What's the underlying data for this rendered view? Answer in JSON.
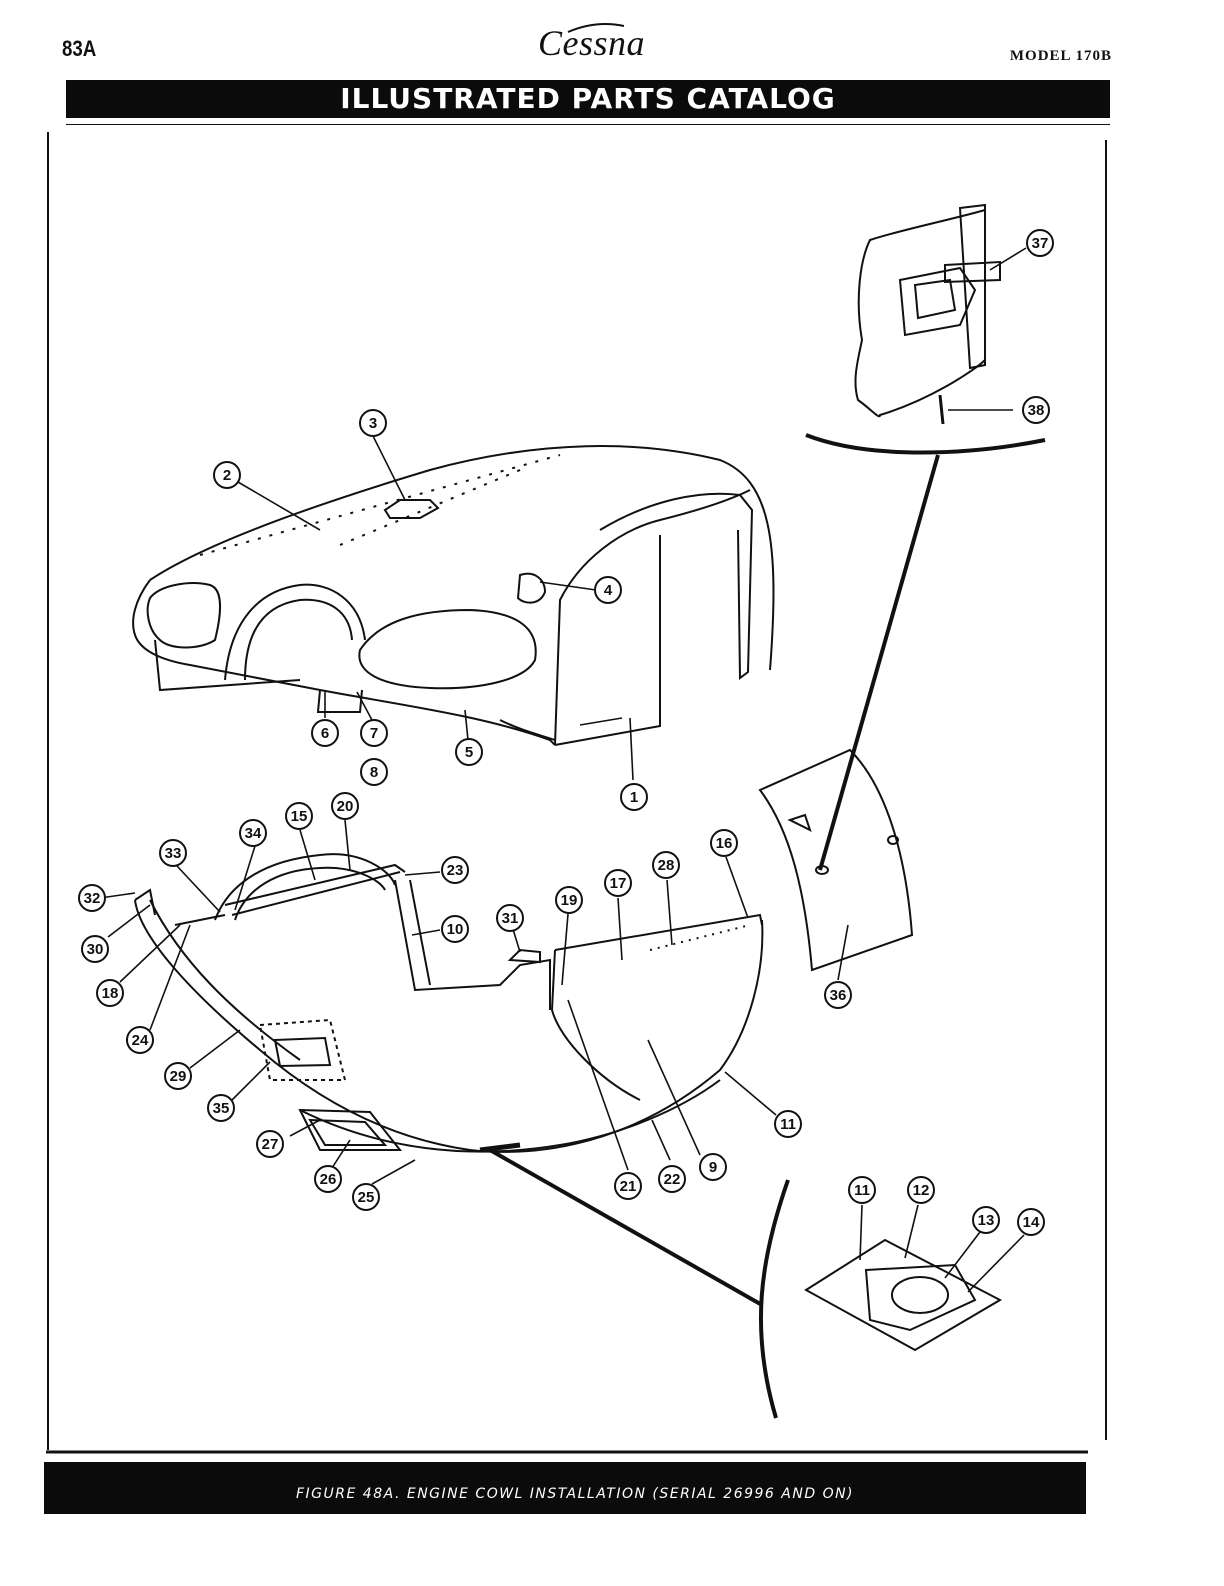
{
  "header": {
    "page_number": "83A",
    "brand": "Cessna",
    "model": "MODEL 170B",
    "title": "ILLUSTRATED PARTS CATALOG"
  },
  "footer": {
    "caption": "FIGURE 48A.   ENGINE COWL INSTALLATION (SERIAL 26996 AND ON)"
  },
  "callouts": {
    "c1": "1",
    "c2": "2",
    "c3": "3",
    "c4": "4",
    "c5": "5",
    "c6": "6",
    "c7": "7",
    "c8": "8",
    "c9": "9",
    "c10": "10",
    "c11a": "11",
    "c11b": "11",
    "c12": "12",
    "c13": "13",
    "c14": "14",
    "c15": "15",
    "c16": "16",
    "c17": "17",
    "c18": "18",
    "c19": "19",
    "c20": "20",
    "c21": "21",
    "c22": "22",
    "c23": "23",
    "c24": "24",
    "c25": "25",
    "c26": "26",
    "c27": "27",
    "c28": "28",
    "c29": "29",
    "c30": "30",
    "c31": "31",
    "c32": "32",
    "c33": "33",
    "c34": "34",
    "c35": "35",
    "c36": "36",
    "c37": "37",
    "c38": "38"
  }
}
